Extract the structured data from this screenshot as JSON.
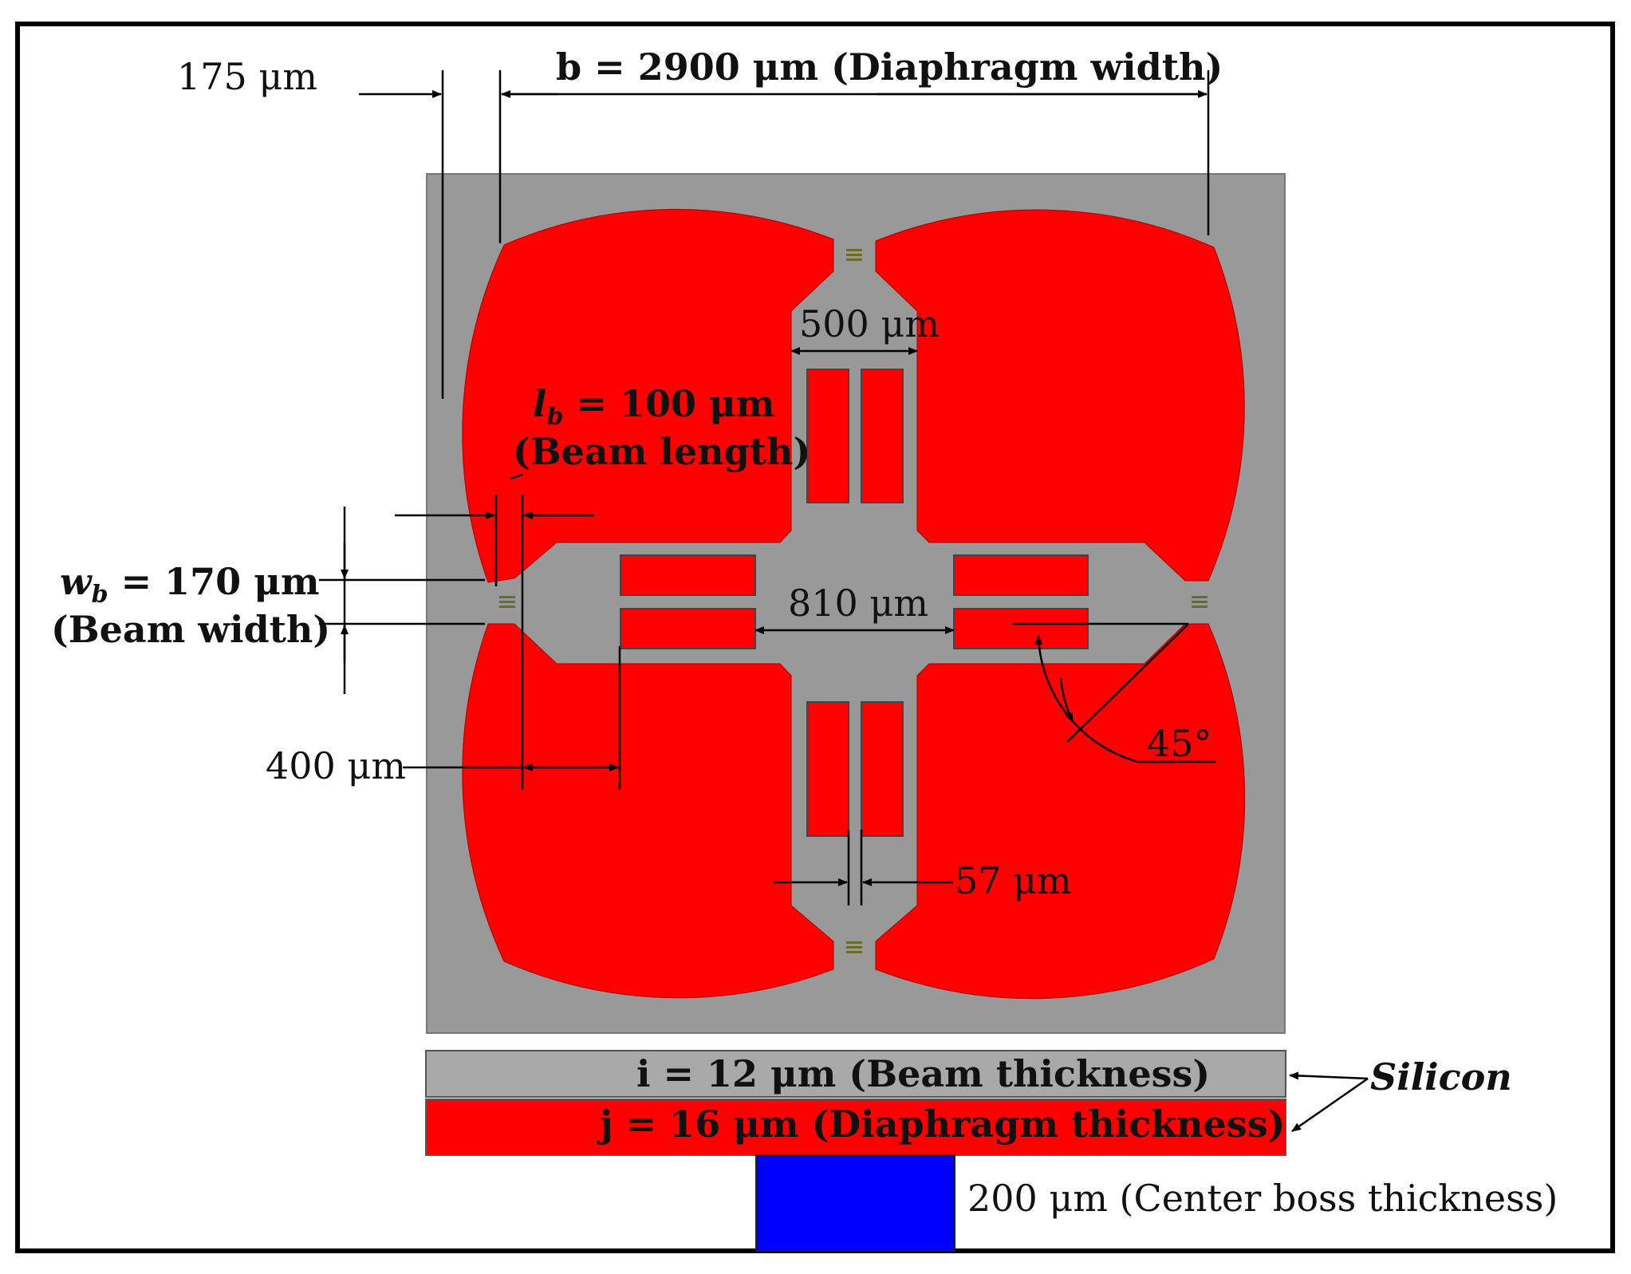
{
  "labels": {
    "gap_175": "175 μm",
    "diaphragm_width": "b = 2900 μm (Diaphragm width)",
    "dim_500": "500 μm",
    "beam_length_1": "l_b = 100 μm",
    "beam_length_2": "(Beam length)",
    "beam_width_1": "w_b = 170 μm",
    "beam_width_2": "(Beam width)",
    "dim_810": "810 μm",
    "dim_400": "400 μm",
    "angle_45": "45°",
    "dim_57": "57 μm",
    "beam_thickness": "i = 12 μm (Beam thickness)",
    "diaphragm_thickness": "j = 16 μm (Diaphragm thickness)",
    "silicon": "Silicon",
    "boss_thickness": "200 μm (Center boss thickness)"
  },
  "colors": {
    "diaphragm": "#ff0000",
    "silicon_frame": "#999999",
    "beam_layer": "#a9a9a9",
    "center_boss": "#0000ff",
    "border": "#000000",
    "piezo": "#6b6b2a"
  }
}
